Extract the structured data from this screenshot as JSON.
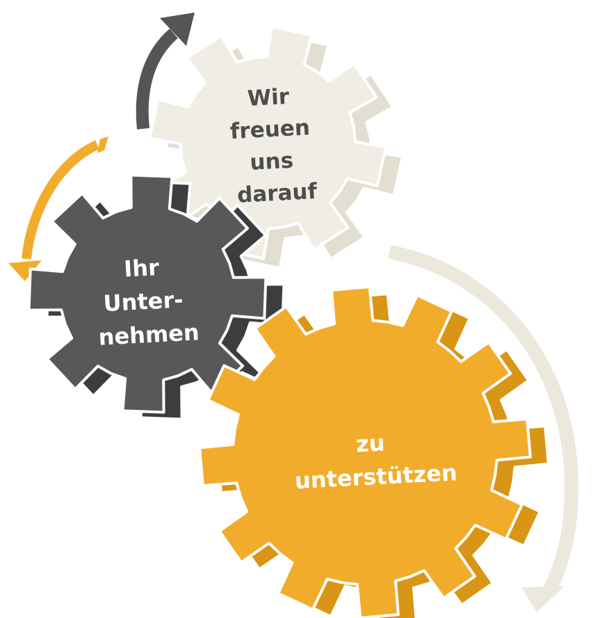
{
  "gears": [
    {
      "id": "beige",
      "lines": [
        "Wir",
        "freuen",
        "uns",
        "darauf"
      ],
      "color": "#efede4",
      "side_color": "#e2dfd2",
      "text_color": "#4d4d4d"
    },
    {
      "id": "dark",
      "lines": [
        "Ihr",
        "Unter-",
        "nehmen"
      ],
      "color": "#585858",
      "side_color": "#3d3d3d",
      "text_color": "#ffffff"
    },
    {
      "id": "gold",
      "lines": [
        "zu",
        "unterstützen"
      ],
      "color": "#f2ac2b",
      "side_color": "#d89516",
      "text_color": "#ffffff"
    }
  ],
  "arrows": {
    "dark": "#555555",
    "gold": "#f2ac2b",
    "beige": "#ece8dc"
  }
}
